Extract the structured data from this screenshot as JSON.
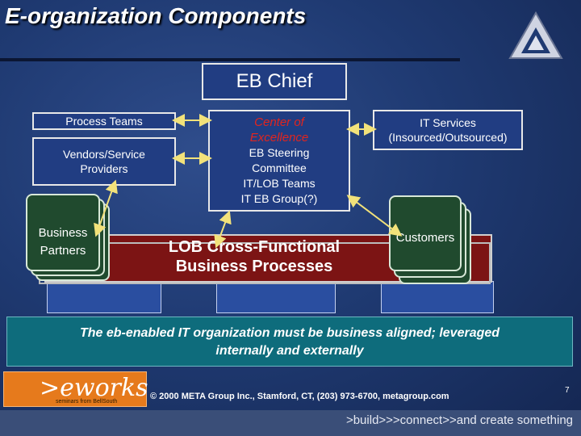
{
  "title": "E-organization Components",
  "diagram": {
    "eb_chief": "EB Chief",
    "process_teams": "Process Teams",
    "vendors": [
      "Vendors/Service",
      "Providers"
    ],
    "center_of_excellence": {
      "heading": [
        "Center of",
        "Excellence"
      ],
      "items": [
        "EB Steering",
        "Committee",
        "IT/LOB Teams",
        "IT EB Group(?)"
      ]
    },
    "it_services": [
      "IT Services",
      "(Insourced/Outsourced)"
    ],
    "business_partners": [
      "Business",
      "Partners"
    ],
    "customers": "Customers",
    "lob": [
      "LOB Cross-Functional",
      "Business Processes"
    ]
  },
  "banner": [
    "The eb-enabled IT organization must be business aligned; leveraged",
    "internally and externally"
  ],
  "logo": {
    "wordmark": ">eworks",
    "tagline": "seminars from BellSouth"
  },
  "footer": {
    "copyright": "© 2000 META Group Inc., Stamford, CT, (203) 973-6700, metagroup.com",
    "page": "7",
    "tagline": ">build>>>connect>>and create something"
  },
  "colors": {
    "background": "#1f3a72",
    "box": "#213d82",
    "lob": "#7c1414",
    "banner": "#0e6c7c",
    "arrow": "#f2e27a",
    "logo": "#e67a1c"
  }
}
